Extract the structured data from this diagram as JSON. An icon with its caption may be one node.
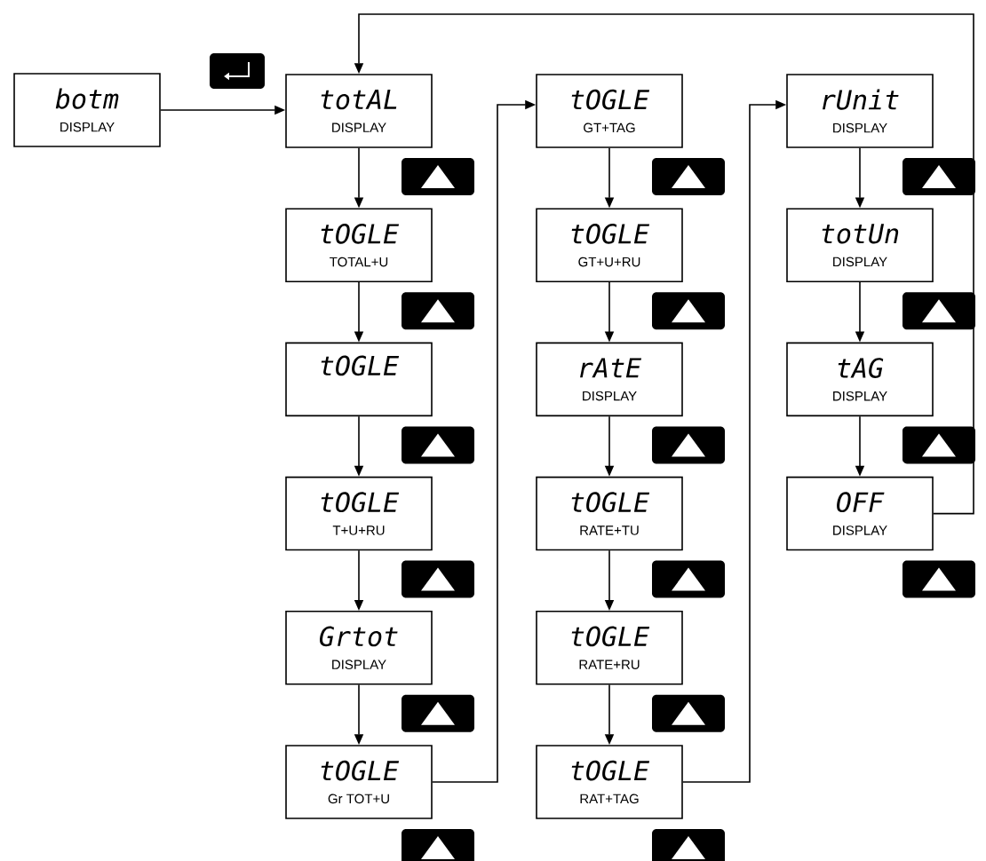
{
  "diagram": {
    "nodes": [
      {
        "text": [
          "botm",
          "DISPLAY"
        ]
      },
      {
        "text": [
          "totAL",
          "DISPLAY"
        ]
      },
      {
        "text": [
          "tOGLE",
          "TOTAL+U"
        ]
      },
      {
        "text": [
          "tOGLE"
        ]
      },
      {
        "text": [
          "tOGLE",
          "T+U+RU"
        ]
      },
      {
        "text": [
          "Grtot",
          "DISPLAY"
        ]
      },
      {
        "text": [
          "tOGLE",
          "Gr TOT+U"
        ]
      },
      {
        "text": [
          "tOGLE",
          "GT+TAG"
        ]
      },
      {
        "text": [
          "tOGLE",
          "GT+U+RU"
        ]
      },
      {
        "text": [
          "rAtE",
          "DISPLAY"
        ]
      },
      {
        "text": [
          "tOGLE",
          "RATE+TU"
        ]
      },
      {
        "text": [
          "tOGLE",
          "RATE+RU"
        ]
      },
      {
        "text": [
          "tOGLE",
          "RAT+TAG"
        ]
      },
      {
        "text": [
          "rUnit",
          "DISPLAY"
        ]
      },
      {
        "text": [
          "totUn",
          "DISPLAY"
        ]
      },
      {
        "text": [
          "tAG",
          "DISPLAY"
        ]
      },
      {
        "text": [
          "OFF",
          "DISPLAY"
        ]
      }
    ],
    "edges": [
      {
        "from": 0,
        "to": 1,
        "arrow": "to"
      },
      {
        "from": 1,
        "to": 2,
        "arrow": "to"
      },
      {
        "from": 2,
        "to": 3,
        "arrow": "to"
      },
      {
        "from": 3,
        "to": 4,
        "arrow": "to"
      },
      {
        "from": 4,
        "to": 5,
        "arrow": "to"
      },
      {
        "from": 5,
        "to": 6,
        "arrow": "to"
      },
      {
        "from": 6,
        "to": 7,
        "arrow": "to"
      },
      {
        "from": 7,
        "to": 8,
        "arrow": "to"
      },
      {
        "from": 8,
        "to": 9,
        "arrow": "to"
      },
      {
        "from": 9,
        "to": 10,
        "arrow": "to"
      },
      {
        "from": 10,
        "to": 11,
        "arrow": "to"
      },
      {
        "from": 11,
        "to": 12,
        "arrow": "to"
      },
      {
        "from": 12,
        "to": 13,
        "arrow": "to"
      },
      {
        "from": 13,
        "to": 14,
        "arrow": "to"
      },
      {
        "from": 14,
        "to": 15,
        "arrow": "to"
      },
      {
        "from": 15,
        "to": 16,
        "arrow": "to"
      },
      {
        "from": 16,
        "to": 1,
        "arrow": "to"
      }
    ]
  }
}
